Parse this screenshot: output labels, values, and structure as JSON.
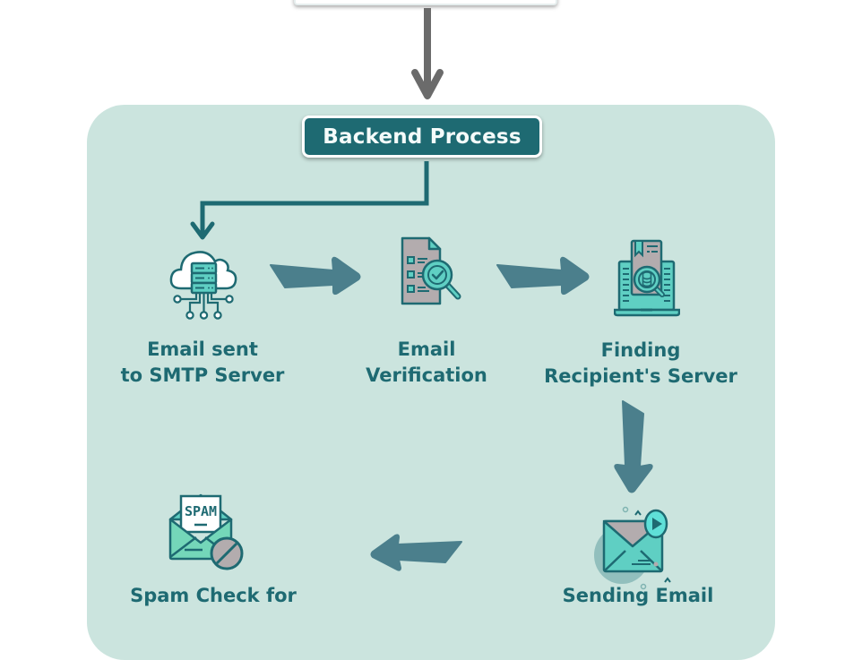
{
  "diagram": {
    "title": "Backend Process",
    "colors": {
      "panel": "#cbe4de",
      "header_fill": "#1e6a72",
      "header_text": "#f4fbfa",
      "label_text": "#1e6a72",
      "connector": "#1e6a72",
      "flow_arrow": "#4b7f8c",
      "entry_arrow": "#6b6b6b",
      "icon_teal": "#5fcfc3",
      "icon_dark": "#1e6a72",
      "icon_gray": "#b3acae"
    },
    "steps": [
      {
        "id": "smtp",
        "line1": "Email sent",
        "line2": "to SMTP Server",
        "icon": "cloud-server-icon"
      },
      {
        "id": "verify",
        "line1": "Email",
        "line2": "Verification",
        "icon": "document-magnifier-check-icon"
      },
      {
        "id": "recipient",
        "line1": "Finding",
        "line2": "Recipient's Server",
        "icon": "laptop-database-search-icon"
      },
      {
        "id": "sending",
        "line1": "Sending Email",
        "line2": "",
        "icon": "envelope-send-icon"
      },
      {
        "id": "spam",
        "line1": "Spam Check for",
        "line2": "",
        "icon": "spam-envelope-blocked-icon"
      }
    ],
    "flow": [
      {
        "from": "incoming",
        "to": "backend-process",
        "icon": "arrow-down-icon"
      },
      {
        "from": "backend-process",
        "to": "smtp",
        "icon": "elbow-arrow-icon"
      },
      {
        "from": "smtp",
        "to": "verify",
        "icon": "arrow-right-icon"
      },
      {
        "from": "verify",
        "to": "recipient",
        "icon": "arrow-right-icon"
      },
      {
        "from": "recipient",
        "to": "sending",
        "icon": "arrow-down-icon"
      },
      {
        "from": "sending",
        "to": "spam",
        "icon": "arrow-left-icon"
      }
    ]
  }
}
